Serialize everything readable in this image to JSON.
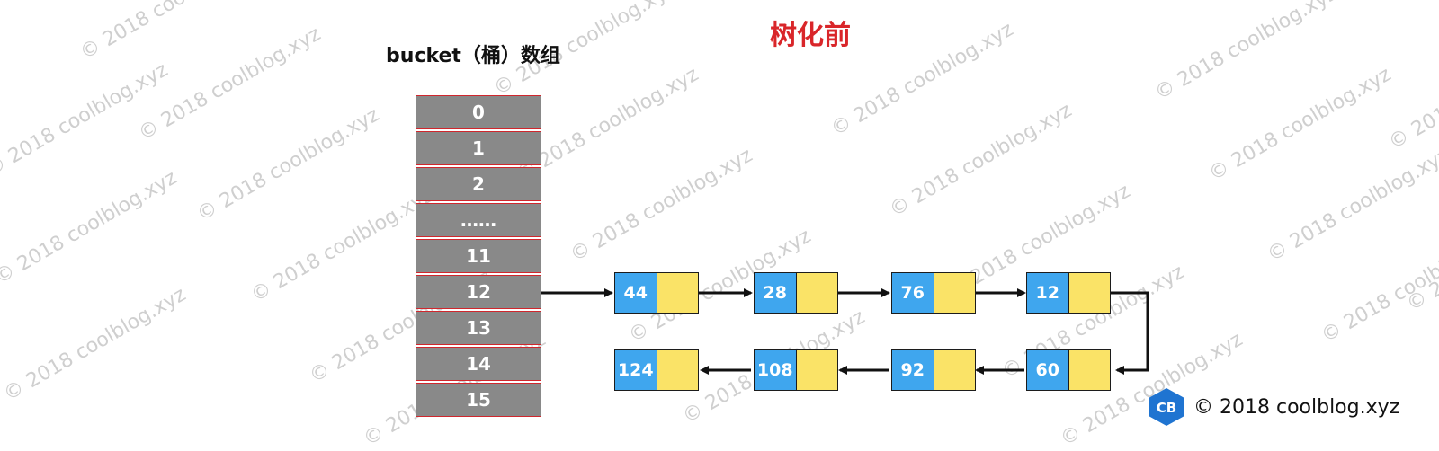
{
  "title": "树化前",
  "array_label": "bucket（桶）数组",
  "watermark_text": "© 2018 coolblog.xyz",
  "buckets": [
    "0",
    "1",
    "2",
    "……",
    "11",
    "12",
    "13",
    "14",
    "15"
  ],
  "linked_list": {
    "bucket_index": "12",
    "row1": [
      "44",
      "28",
      "76",
      "12"
    ],
    "row2": [
      "60",
      "92",
      "108",
      "124"
    ]
  },
  "footer": {
    "logo_text": "CB",
    "text": "© 2018 coolblog.xyz"
  },
  "colors": {
    "title": "#d9262a",
    "bucket_fill": "#898989",
    "bucket_border": "#d0272d",
    "node_key": "#3fa6ee",
    "node_next": "#fae367",
    "logo": "#1f74d1"
  }
}
